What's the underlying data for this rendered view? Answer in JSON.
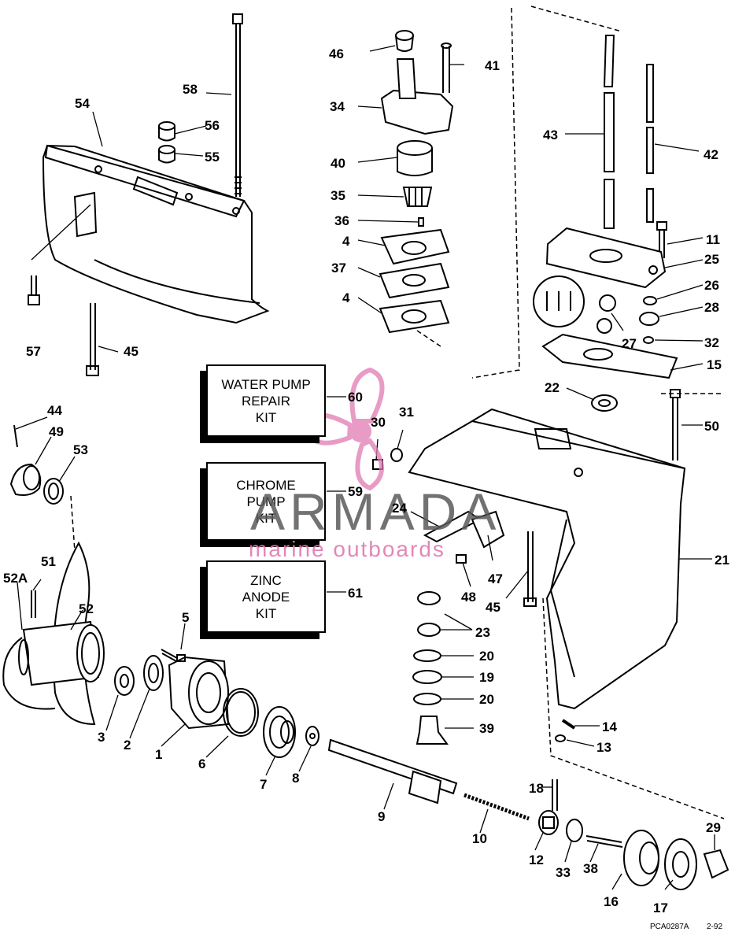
{
  "diagram": {
    "labels": {
      "p1": "1",
      "p2": "2",
      "p3": "3",
      "p4a": "4",
      "p4b": "4",
      "p5": "5",
      "p6": "6",
      "p7": "7",
      "p8": "8",
      "p9": "9",
      "p10": "10",
      "p11": "11",
      "p12": "12",
      "p13": "13",
      "p14": "14",
      "p15": "15",
      "p16": "16",
      "p17": "17",
      "p18": "18",
      "p19": "19",
      "p20a": "20",
      "p20b": "20",
      "p21": "21",
      "p22": "22",
      "p23": "23",
      "p24": "24",
      "p25": "25",
      "p26": "26",
      "p27": "27",
      "p28": "28",
      "p29": "29",
      "p30": "30",
      "p31": "31",
      "p32": "32",
      "p33": "33",
      "p34": "34",
      "p35": "35",
      "p36": "36",
      "p37": "37",
      "p38": "38",
      "p39": "39",
      "p40": "40",
      "p41": "41",
      "p42": "42",
      "p43": "43",
      "p44": "44",
      "p45a": "45",
      "p45b": "45",
      "p46": "46",
      "p47": "47",
      "p48": "48",
      "p49": "49",
      "p50": "50",
      "p51": "51",
      "p52": "52",
      "p52a": "52A",
      "p53": "53",
      "p54": "54",
      "p55": "55",
      "p56": "56",
      "p57": "57",
      "p58": "58",
      "p59": "59",
      "p60": "60",
      "p61": "61"
    },
    "kits": {
      "water_pump": [
        "WATER PUMP",
        "REPAIR",
        "KIT"
      ],
      "chrome_pump": [
        "CHROME",
        "PUMP",
        "KIT"
      ],
      "zinc_anode": [
        "ZINC",
        "ANODE",
        "KIT"
      ]
    },
    "watermark": {
      "brand": "ARMADA",
      "tagline": "marine outboards",
      "accent_color": "#e07ab2"
    },
    "footer": {
      "code": "PCA0287A",
      "date": "2-92"
    }
  }
}
